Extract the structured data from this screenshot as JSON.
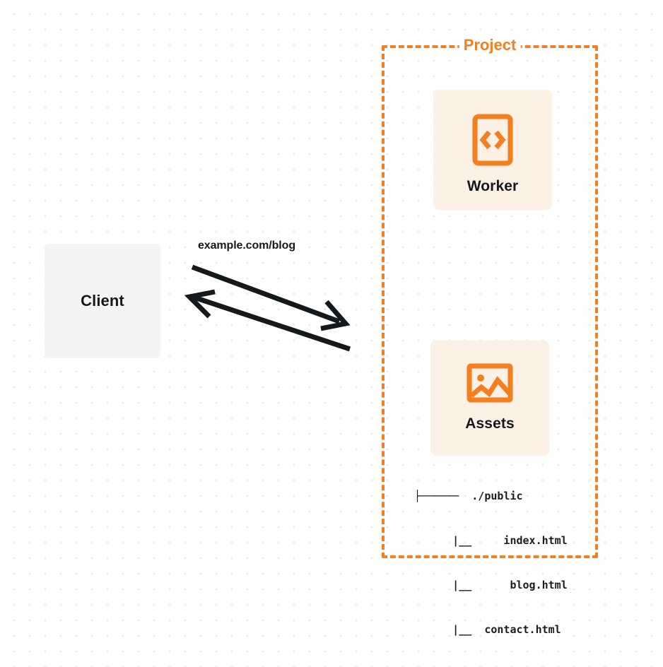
{
  "diagram": {
    "title_label": "Project",
    "accent_color": "#f38020",
    "card_bg_color": "#fdf1e5",
    "client_bg_color": "#f3f4f5",
    "text_color": "#16191c",
    "background_color": "#ffffff"
  },
  "client": {
    "label": "Client",
    "icon": "none"
  },
  "connection": {
    "label": "example.com/blog",
    "request_direction": "client-to-project",
    "response_direction": "project-to-client",
    "stroke_color": "#16191c"
  },
  "project": {
    "label": "Project",
    "nodes": [
      {
        "id": "worker",
        "label": "Worker",
        "icon": "code-brackets-icon"
      },
      {
        "id": "assets",
        "label": "Assets",
        "icon": "image-icon"
      }
    ]
  },
  "file_tree": {
    "lines": [
      "├──────  ./public",
      "      |__     index.html",
      "      |__      blog.html",
      "      |__  contact.html"
    ],
    "root": "./public",
    "files": [
      "index.html",
      "blog.html",
      "contact.html"
    ]
  }
}
